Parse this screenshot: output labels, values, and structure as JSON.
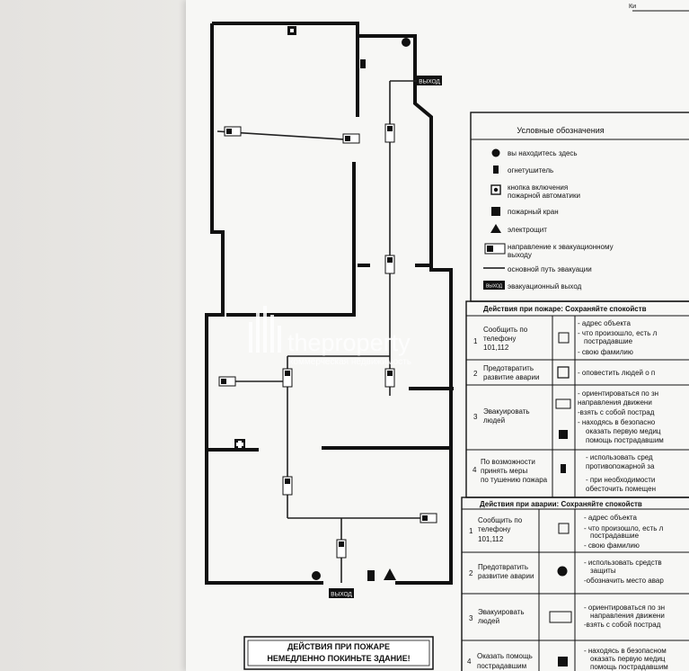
{
  "plan": {
    "exit_label_top": "ВЫХОД",
    "exit_label_bottom": "ВЫХОД",
    "bottom_title_1": "ДЕЙСТВИЯ ПРИ ПОЖАРЕ",
    "bottom_title_2": "НЕМЕДЛЕННО ПОКИНЬТЕ ЗДАНИЕ!",
    "header_fragment": "Ки"
  },
  "legend": {
    "title": "Условные обозначения",
    "exit_icon_text": "ВЫХОД",
    "items": [
      "вы находитесь здесь",
      "огнетушитель",
      "кнопка включения",
      "пожарной автоматики",
      "пожарный кран",
      "электрощит",
      "направление к эвакуационному",
      "выходу",
      "основной путь эвакуации",
      "эвакуационный выход"
    ]
  },
  "fire": {
    "header": "Действия при пожаре: Сохраняйте спокойств",
    "rows": [
      {
        "num": "1",
        "l1": "Сообщить по",
        "l2": "телефону",
        "l3": "101,112",
        "d1": "- адрес объекта",
        "d2": "- что произошло, есть л",
        "d3": "пострадавшие",
        "d4": "- свою фамилию"
      },
      {
        "num": "2",
        "l1": "Предотвратить",
        "l2": "развитие аварии",
        "d1": "- оповестить людей о п"
      },
      {
        "num": "3",
        "l1": "Эвакуировать",
        "l2": "людей",
        "d1": "- ориентироваться по зн",
        "d2": "направления движени",
        "d3": "-взять с собой пострад",
        "d4": "- находясь в безопасно",
        "d5": "оказать первую медиц",
        "d6": "помощь пострадавшим"
      },
      {
        "num": "4",
        "l1": "По возможности",
        "l2": "принять меры",
        "l3": "по тушению пожара",
        "d1": "- использовать сред",
        "d2": "противопожарной за",
        "d3": "- при необходимости",
        "d4": "обесточить помещен"
      }
    ]
  },
  "accident": {
    "header": "Действия при аварии: Сохраняйте спокойств",
    "rows": [
      {
        "num": "1",
        "l1": "Сообщить по",
        "l2": "телефону",
        "l3": "101,112",
        "d1": "- адрес объекта",
        "d2": "- что произошло, есть л",
        "d3": "пострадавшие",
        "d4": "- свою фамилию"
      },
      {
        "num": "2",
        "l1": "Предотвратить",
        "l2": "развитие аварии",
        "d1": "- использовать средств",
        "d2": "защиты",
        "d3": "-обозначить место авар"
      },
      {
        "num": "3",
        "l1": "Эвакуировать",
        "l2": "людей",
        "d1": "- ориентироваться по зн",
        "d2": "направления движени",
        "d3": "-взять с собой пострад"
      },
      {
        "num": "4",
        "l1": "Оказать помощь",
        "l2": "пострадавшим",
        "d1": "- находясь в безопасном",
        "d2": "оказать первую медиц",
        "d3": "помощь пострадавшим"
      }
    ]
  },
  "watermark": {
    "brand": "theproperty",
    "tagline": "коммерческая недвижимость"
  }
}
